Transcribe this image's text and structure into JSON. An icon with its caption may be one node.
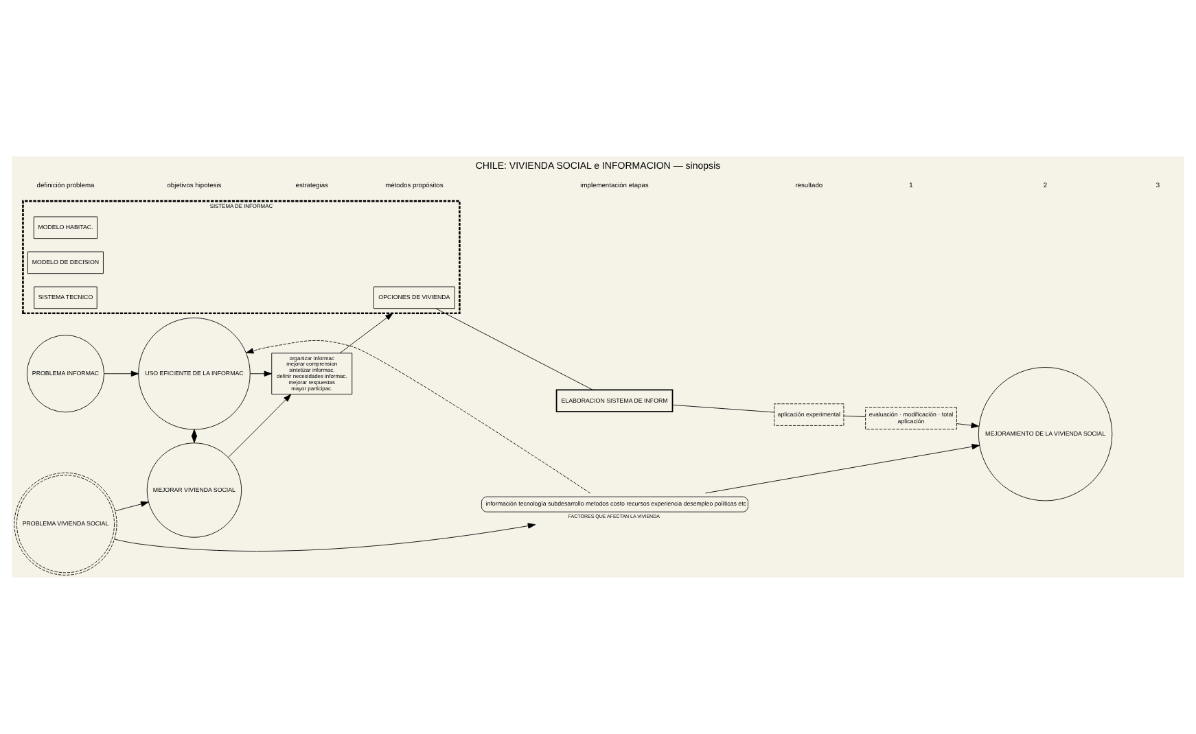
{
  "diagram": {
    "title": "CHILE: VIVIENDA SOCIAL e INFORMACION — sinopsis",
    "nodes": [
      {
        "text": [
          "PROBLEMA INFORMAC"
        ]
      },
      {
        "text": [
          "USO EFICIENTE DE LA INFORMAC"
        ]
      },
      {
        "text": [
          "organizar informac",
          "mejorar comprension",
          "sintetizar informac.",
          "definir necesidades informac.",
          "mejorar respuestas",
          "mayor participac."
        ]
      },
      {
        "text": [
          "PROBLEMA VIVIENDA SOCIAL"
        ]
      },
      {
        "text": [
          "MEJORAR VIVIENDA SOCIAL"
        ]
      },
      {
        "text": [
          "SISTEMA DE INFORMAC"
        ]
      },
      {
        "text": [
          "MODELO HABITAC."
        ],
        "in": 5
      },
      {
        "text": [
          "MODELO DE DECISION"
        ],
        "in": 5
      },
      {
        "text": [
          "SISTEMA TECNICO"
        ],
        "in": 5
      },
      {
        "text": [
          "OPCIONES DE VIVIENDA"
        ],
        "in": 5
      },
      {
        "text": [
          "ELABORACION SISTEMA DE INFORM"
        ]
      },
      {
        "text": [
          "aplicación experimental"
        ]
      },
      {
        "text": [
          "evaluación · modificación · total",
          "aplicación"
        ]
      },
      {
        "text": [
          "MEJORAMIENTO DE LA VIVIENDA SOCIAL"
        ]
      },
      {
        "text": [
          "información tecnología subdesarrollo metodos costo recursos experiencia desempleo políticas etc"
        ],
        "beside": [
          "FACTORES QUE AFECTAN LA VIVIENDA"
        ]
      }
    ],
    "edges": [
      {
        "from": 0,
        "to": 1,
        "arrow": "to"
      },
      {
        "from": 1,
        "to": 2,
        "arrow": "to"
      },
      {
        "from": 3,
        "to": 4,
        "arrow": "to"
      },
      {
        "from": 4,
        "to": 2,
        "arrow": "to"
      },
      {
        "from": 1,
        "to": 4,
        "arrow": "both"
      },
      {
        "from": 2,
        "to": 5,
        "arrow": "to"
      },
      {
        "from": 9,
        "to": 10,
        "arrow": "none"
      },
      {
        "from": 10,
        "to": 11,
        "arrow": "none"
      },
      {
        "from": 11,
        "to": 12,
        "arrow": "none"
      },
      {
        "from": 12,
        "to": 13,
        "arrow": "to"
      },
      {
        "from": 3,
        "to": 14,
        "arrow": "to"
      },
      {
        "from": 14,
        "to": 13,
        "arrow": "to"
      },
      {
        "from": 14,
        "to": 1,
        "arrow": "to",
        "style": "dashed"
      }
    ],
    "labels": [
      "definición problema",
      "objetivos hipotesis",
      "estrategias",
      "métodos propósitos",
      "implementación etapas",
      "resultado",
      "1",
      "2",
      "3"
    ]
  }
}
